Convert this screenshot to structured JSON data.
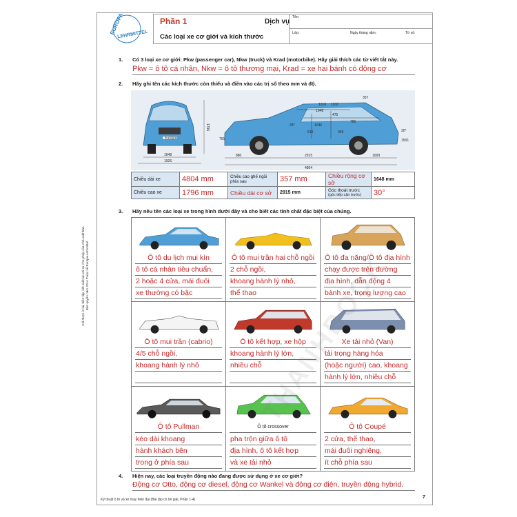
{
  "header": {
    "logo_top": "EUROPA",
    "logo_bottom": "LEHRMITTEL",
    "section": "Phần 1",
    "category": "Dịch vụ",
    "title": "Các loại xe cơ giới và kích thước",
    "fields": {
      "name": "Tên:",
      "class": "Lớp:",
      "date": "Ngày tháng năm:",
      "number": "Tờ số:"
    }
  },
  "q1": {
    "num": "1.",
    "text": "Có 3 loại xe cơ giới: Pkw (passenger car), Nkw (truck) và Krad (motorbike). Hãy giải thích các từ viết tắt này.",
    "answer": "Pkw = ô tô cá nhân, Nkw = ô tô thương mại, Krad = xe hai bánh có động cơ"
  },
  "q2": {
    "num": "2.",
    "text": "Hãy ghi tên các kích thước còn thiếu và điền vào các trị số theo mm và độ.",
    "diagram": {
      "front": [
        "1648",
        "1926",
        "1796"
      ],
      "side": [
        "880",
        "2915",
        "1009",
        "4804",
        "1016",
        "1048",
        "1102",
        "475",
        "765",
        "510",
        "1046",
        "349",
        "357",
        "1501",
        "761",
        "30°",
        "23°"
      ],
      "brand": "Europa"
    },
    "table": {
      "length_label": "Chiều dài xe",
      "length_value": "4804 mm",
      "height_label": "Chiều cao xe",
      "height_value": "1796 mm",
      "seat_label": "Chiều cao ghế ngồi phía sau",
      "seat_value": "357 mm",
      "wheelbase_label": "Chiều dài cơ sở",
      "wheelbase_value": "2915 mm",
      "width_label": "Chiều rộng cơ sở",
      "width_value": "1648 mm",
      "angle_label": "Góc thoát trước",
      "angle_sub": "(góc tiếp cận trước)",
      "angle_value": "30°"
    }
  },
  "q3": {
    "num": "3.",
    "text": "Hãy nêu tên các loại xe trong hình dưới đây và cho biết các tính chất đặc biệt của chúng.",
    "vehicles": [
      {
        "name": "Ô tô du lịch mui kín",
        "desc": [
          "ô tô cá nhân tiêu chuẩn,",
          "2 hoặc 4 cửa, mái đuôi",
          "xe thường có bậc"
        ]
      },
      {
        "name": "Ô tô mui trần hai chỗ ngồi",
        "desc": [
          "2 chỗ ngồi,",
          "khoang hành lý nhỏ,",
          "thể thao"
        ]
      },
      {
        "name": "Ô tô đa năng/Ô tô địa hình",
        "desc": [
          "chạy được trên đường",
          "địa hình, dẫn động 4",
          "bánh xe, trọng lượng cao"
        ]
      },
      {
        "name": "Ô tô mui trần (cabrio)",
        "desc": [
          "4/5 chỗ ngồi,",
          "khoang hành lý nhỏ"
        ]
      },
      {
        "name": "Ô tô kết hợp, xe hộp",
        "desc": [
          "khoang hành lý lớn,",
          "nhiều chỗ"
        ]
      },
      {
        "name": "Xe tải nhỏ (Van)",
        "desc": [
          "tải trọng hàng hóa",
          "(hoặc người) cao, khoang",
          "hành lý lớn, nhiều chỗ"
        ]
      },
      {
        "name": "Ô tô Pullman",
        "desc": [
          "kéo dài khoang",
          "hành khách bên",
          "trong ở phía sau"
        ]
      },
      {
        "name": "Ô tô crossover",
        "desc": [
          "pha trộn giữa ô tô",
          "địa hình, ô tô kết hợp",
          "và xe tải nhỏ"
        ]
      },
      {
        "name": "Ô tô Coupé",
        "desc": [
          "2 cửa, thể thao,",
          "mái đuôi nghiêng,",
          "ít chỗ phía sau"
        ]
      }
    ]
  },
  "q4": {
    "num": "4.",
    "text": "Hiện nay, các loại truyền động nào đang được sử dụng ở xe cơ giới?",
    "answer": "Động cơ Otto, động cơ diesel, động cơ Wankel và động cơ điện, truyền động hybrid."
  },
  "side_note": [
    "Chỉ được in lại, biên tập, kết xuất lại với sự cho phép của nhà xuất bản.",
    "Bản quyền năm 2014 thuộc về Europa-Lehrmittel"
  ],
  "footer": "Kỹ thuật ô tô và xe máy hiện đại (Bài tập có lời giải, Phần 1-4)",
  "page_number": "7",
  "watermark": "THANHBOOK",
  "colors": {
    "answer": "#c62828",
    "accent": "#c0392b",
    "table_header": "#d9e7f4",
    "car_blue": "#4f9fd6"
  }
}
